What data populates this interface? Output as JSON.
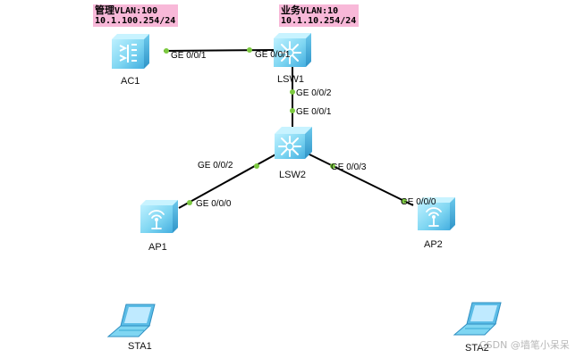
{
  "notes": {
    "mgmt": {
      "name": "管理",
      "vlan": "VLAN:100",
      "ip": "10.1.100.254/24"
    },
    "biz": {
      "name": "业务",
      "vlan": "VLAN:10",
      "ip": "10.1.10.254/24"
    }
  },
  "devices": {
    "ac1": {
      "label": "AC1",
      "icon": "ac-controller-icon"
    },
    "lsw1": {
      "label": "LSW1",
      "icon": "switch-icon"
    },
    "lsw2": {
      "label": "LSW2",
      "icon": "switch-icon"
    },
    "ap1": {
      "label": "AP1",
      "icon": "access-point-icon"
    },
    "ap2": {
      "label": "AP2",
      "icon": "access-point-icon"
    },
    "sta1": {
      "label": "STA1",
      "icon": "laptop-icon"
    },
    "sta2": {
      "label": "STA2",
      "icon": "laptop-icon"
    }
  },
  "ports": {
    "ac1_lsw1": "GE 0/0/1",
    "lsw1_ac1": "GE 0/0/1",
    "lsw1_lsw2": "GE 0/0/2",
    "lsw2_lsw1": "GE 0/0/1",
    "lsw2_ap1": "GE 0/0/2",
    "ap1_lsw2": "GE 0/0/0",
    "lsw2_ap2": "GE 0/0/3",
    "ap2_lsw2": "GE 0/0/0"
  },
  "watermark": "CSDN @墙笔小呆呆",
  "colors": {
    "device_fill": "#7fd6f2",
    "device_dark": "#3aa9d4",
    "link": "#000000",
    "port_dot": "#7cc940",
    "note_bg": "#f8b8d8"
  }
}
